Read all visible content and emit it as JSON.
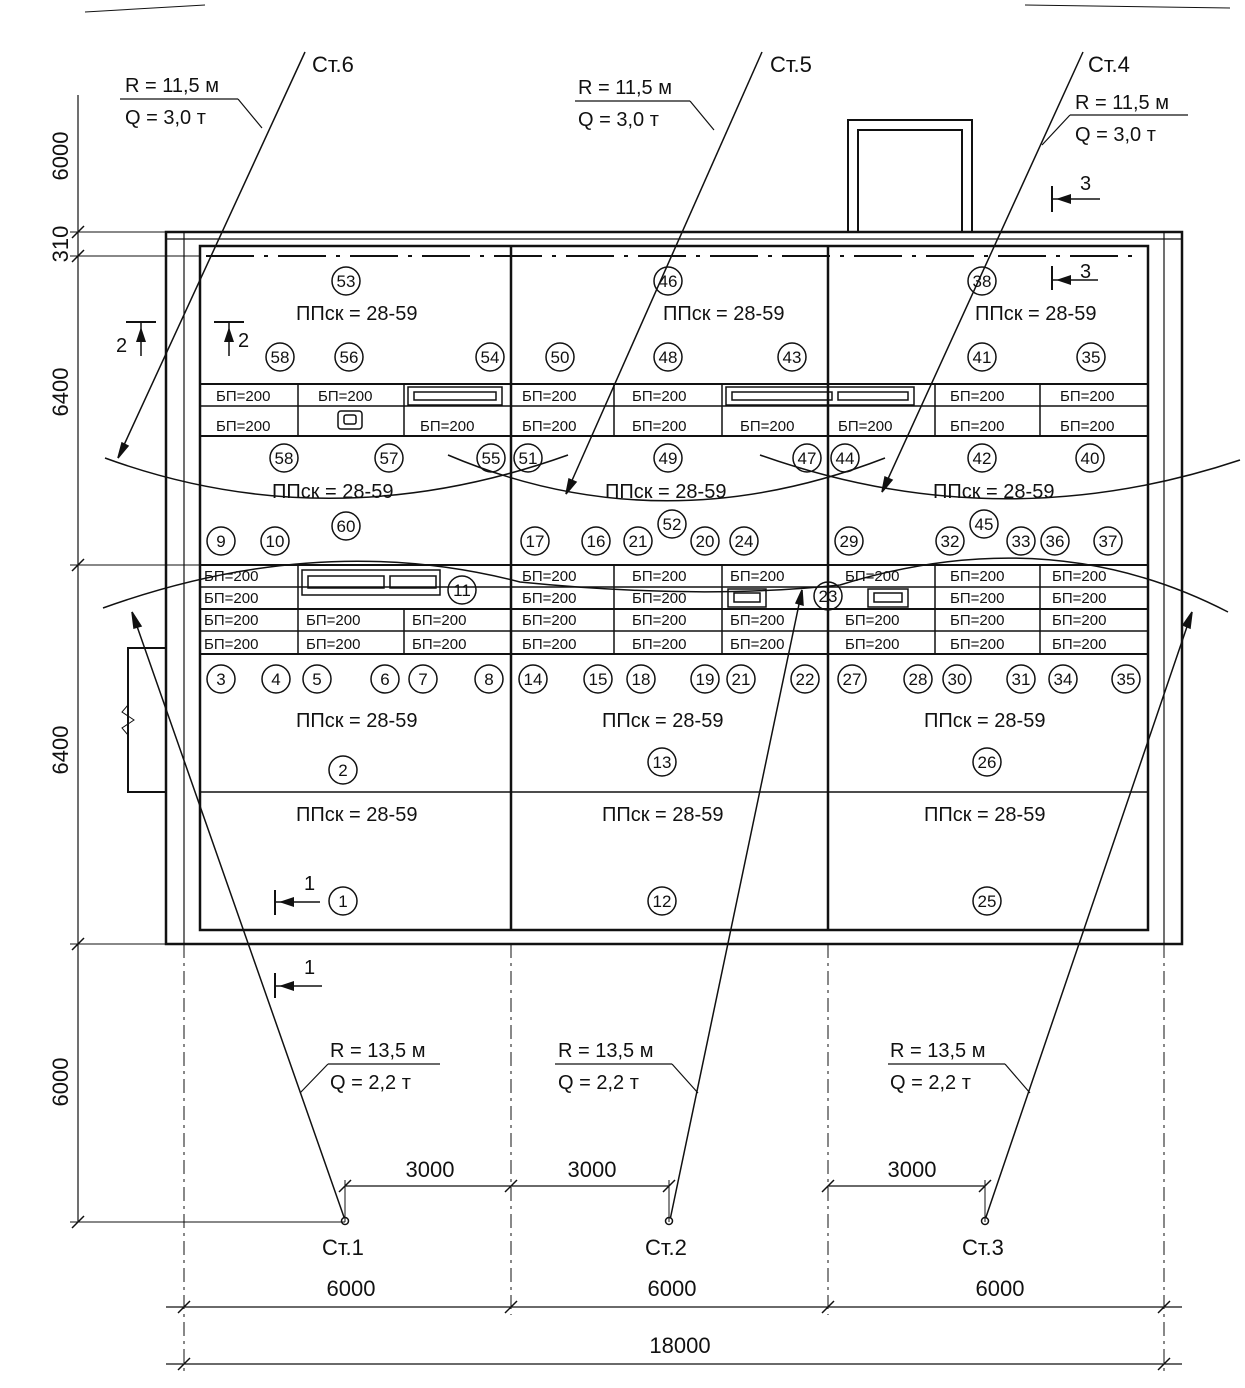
{
  "cranes": {
    "st1": "Ст.1",
    "st2": "Ст.2",
    "st3": "Ст.3",
    "st4": "Ст.4",
    "st5": "Ст.5",
    "st6": "Ст.6",
    "top_R": "R = 11,5 м",
    "top_Q": "Q = 3,0 т",
    "bottom_R": "R = 13,5 м",
    "bottom_Q": "Q = 2,2 т"
  },
  "labels": {
    "slab": "ППск = 28-59",
    "block": "БП=200"
  },
  "sections": {
    "s1": "1",
    "s2": "2",
    "s3": "3"
  },
  "dimensions": {
    "left": [
      "6000",
      "310",
      "6400",
      "6400",
      "6000"
    ],
    "offset": "3000",
    "span": "6000",
    "total": "18000"
  },
  "numbers": {
    "n1": "1",
    "n2": "2",
    "n3": "3",
    "n4": "4",
    "n5": "5",
    "n6": "6",
    "n7": "7",
    "n8": "8",
    "n9": "9",
    "n10": "10",
    "n11": "11",
    "n12": "12",
    "n13": "13",
    "n14": "14",
    "n15": "15",
    "n16": "16",
    "n17": "17",
    "n18": "18",
    "n19": "19",
    "n20": "20",
    "n21": "21",
    "n22": "22",
    "n23": "23",
    "n24": "24",
    "n25": "25",
    "n26": "26",
    "n27": "27",
    "n28": "28",
    "n29": "29",
    "n30": "30",
    "n31": "31",
    "n32": "32",
    "n33": "33",
    "n34": "34",
    "n35": "35",
    "n36": "36",
    "n37": "37",
    "n38": "38",
    "n40": "40",
    "n41": "41",
    "n42": "42",
    "n43": "43",
    "n44": "44",
    "n45": "45",
    "n46": "46",
    "n47": "47",
    "n48": "48",
    "n49": "49",
    "n50": "50",
    "n51": "51",
    "n52": "52",
    "n53": "53",
    "n54": "54",
    "n55": "55",
    "n56": "56",
    "n57": "57",
    "n58": "58",
    "n60": "60"
  }
}
